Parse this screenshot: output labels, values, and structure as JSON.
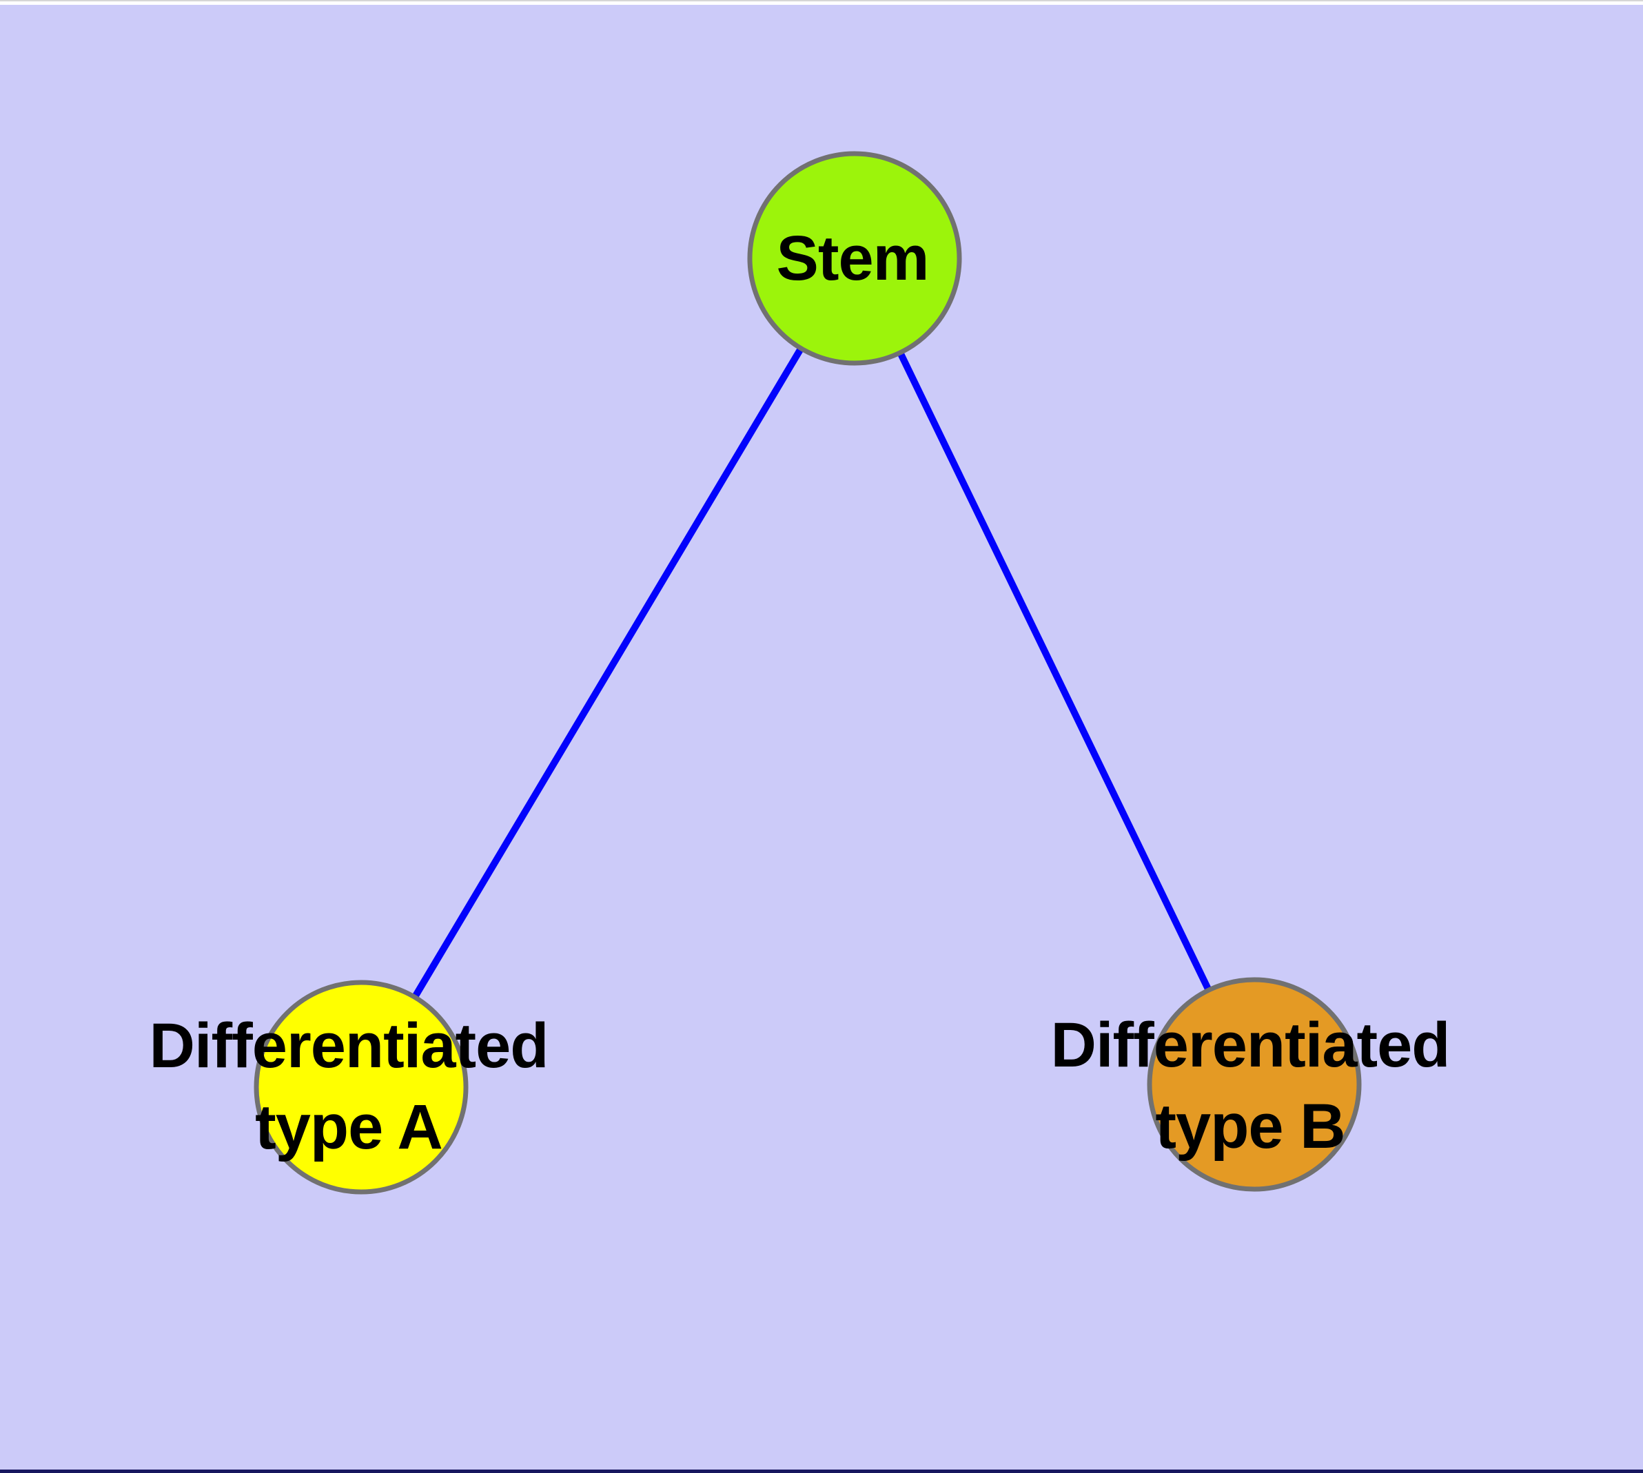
{
  "diagram": {
    "background_color": "#CCCBF9",
    "node_border_color": "#717171",
    "edge_color": "#0202FC",
    "text_color": "#000000",
    "nodes": [
      {
        "id": "stem",
        "label": "Stem",
        "color": "#9CF40B",
        "shape": "circle"
      },
      {
        "id": "type-a",
        "label": "Differentiated\ntype A",
        "color": "#FFFF00",
        "shape": "circle"
      },
      {
        "id": "type-b",
        "label": "Differentiated\ntype B",
        "color": "#E49A24",
        "shape": "circle"
      }
    ],
    "edges": [
      {
        "from": "Stem",
        "to": "Differentiated type A"
      },
      {
        "from": "Stem",
        "to": "Differentiated type B"
      }
    ]
  },
  "chrome": {
    "top_strip_color": "#FFFFFF",
    "top_strip_border_color": "#D6D6D6",
    "bottom_strip_color": "#17175F"
  }
}
